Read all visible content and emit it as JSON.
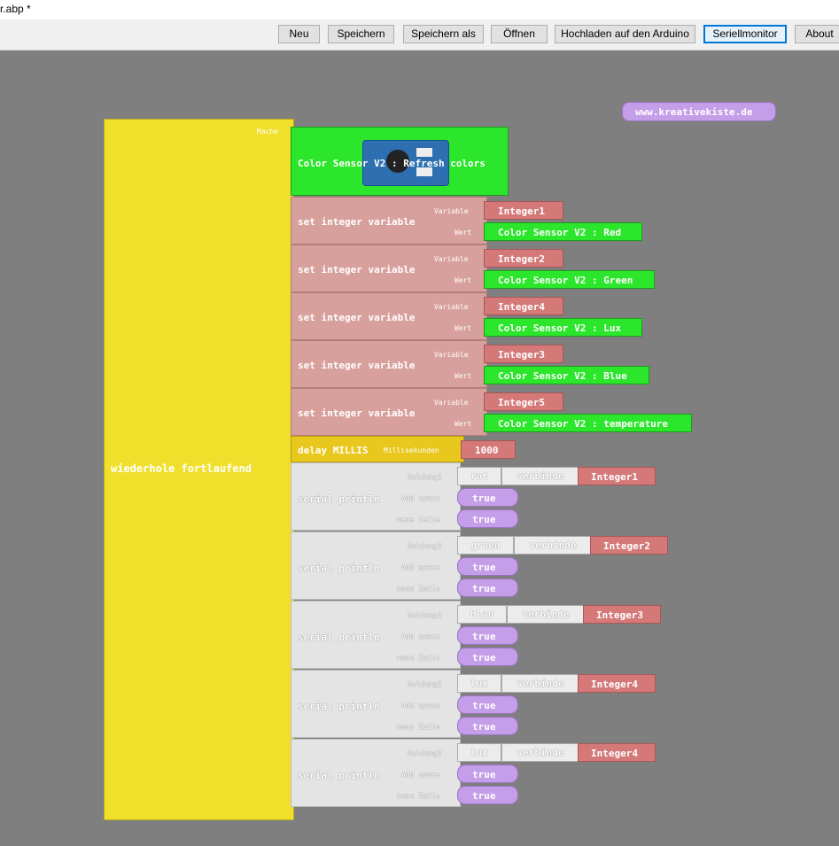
{
  "window": {
    "title": "r.abp *"
  },
  "toolbar": {
    "buttons": [
      "Neu",
      "Speichern",
      "Speichern als",
      "Öffnen",
      "Hochladen auf den Arduino",
      "Seriellmonitor",
      "About"
    ]
  },
  "workspace": {
    "watermark": "www.kreativekiste.de",
    "loop_label": "wiederhole fortlaufend",
    "loop_slot": "Mache",
    "color_block": "Color Sensor V2 : Refresh colors",
    "set_label": "set integer variable",
    "variable_label": "Variable",
    "value_label": "Wert",
    "sets": [
      {
        "var": "Integer1",
        "value": "Color Sensor V2 : Red"
      },
      {
        "var": "Integer2",
        "value": "Color Sensor V2 : Green"
      },
      {
        "var": "Integer4",
        "value": "Color Sensor V2 : Lux"
      },
      {
        "var": "Integer3",
        "value": "Color Sensor V2 : Blue"
      },
      {
        "var": "Integer5",
        "value": "Color Sensor V2 : temperature"
      }
    ],
    "delay_label": "delay MILLIS",
    "delay_param": "Millisekunden",
    "delay_value": "1000",
    "print_label": "serial println",
    "msg_label": "Meldung2",
    "space_label": "Add space",
    "newline_label": "neue Zeile",
    "join_label": "verbinde",
    "true_label": "true",
    "prints": [
      {
        "text": "rot",
        "var": "Integer1"
      },
      {
        "text": "gruen",
        "var": "Integer2"
      },
      {
        "text": "blau",
        "var": "Integer3"
      },
      {
        "text": "lux",
        "var": "Integer4"
      },
      {
        "text": "lux",
        "var": "Integer4"
      }
    ]
  },
  "colors": {
    "workspace": "#7f7f7f",
    "loop": "#f0e02c",
    "sensor": "#2ce62c",
    "set": "#d8a09c",
    "variable": "#d47878",
    "delay": "#e8c81c",
    "print": "#e4e4e4",
    "bool": "#c49ee8"
  }
}
